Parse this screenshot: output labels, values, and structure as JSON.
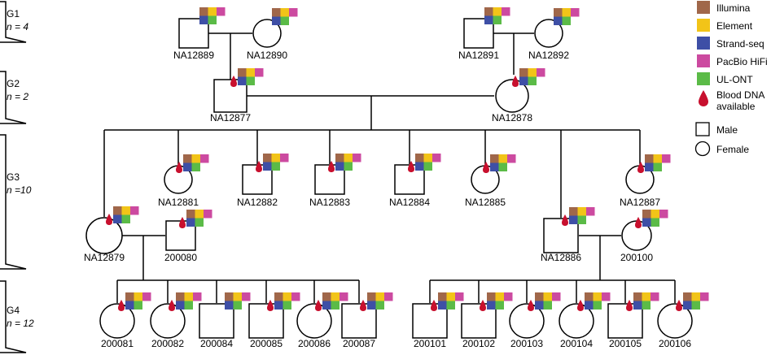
{
  "colors": {
    "illumina": "#a0674a",
    "element": "#f2c418",
    "strandseq": "#3e4fa6",
    "pacbio": "#cc4aa0",
    "ulont": "#5bbb47",
    "blood": "#c8102e",
    "line": "#000000"
  },
  "generations": [
    {
      "label": "G1",
      "n": "n = 4"
    },
    {
      "label": "G2",
      "n": "n = 2"
    },
    {
      "label": "G3",
      "n": "n =10"
    },
    {
      "label": "G4",
      "n": "n = 12"
    }
  ],
  "legend": {
    "illumina": "Illumina",
    "element": "Element",
    "strandseq": "Strand-seq",
    "pacbio": "PacBio HiFi",
    "ulont": "UL-ONT",
    "blood_line1": "Blood DNA",
    "blood_line2": "available",
    "male": "Male",
    "female": "Female"
  },
  "individuals": {
    "NA12889": {
      "label": "NA12889",
      "sex": "male",
      "blood": false
    },
    "NA12890": {
      "label": "NA12890",
      "sex": "female",
      "blood": false
    },
    "NA12891": {
      "label": "NA12891",
      "sex": "male",
      "blood": false
    },
    "NA12892": {
      "label": "NA12892",
      "sex": "female",
      "blood": false
    },
    "NA12877": {
      "label": "NA12877",
      "sex": "male",
      "blood": true
    },
    "NA12878": {
      "label": "NA12878",
      "sex": "female",
      "blood": true
    },
    "NA12881": {
      "label": "NA12881",
      "sex": "female",
      "blood": true
    },
    "NA12882": {
      "label": "NA12882",
      "sex": "male",
      "blood": true
    },
    "NA12883": {
      "label": "NA12883",
      "sex": "male",
      "blood": true
    },
    "NA12884": {
      "label": "NA12884",
      "sex": "male",
      "blood": true
    },
    "NA12885": {
      "label": "NA12885",
      "sex": "female",
      "blood": true
    },
    "NA12887": {
      "label": "NA12887",
      "sex": "female",
      "blood": true
    },
    "NA12879": {
      "label": "NA12879",
      "sex": "female",
      "blood": true
    },
    "200080": {
      "label": "200080",
      "sex": "male",
      "blood": true
    },
    "NA12886": {
      "label": "NA12886",
      "sex": "male",
      "blood": true
    },
    "200100": {
      "label": "200100",
      "sex": "female",
      "blood": true
    },
    "200081": {
      "label": "200081",
      "sex": "female",
      "blood": true
    },
    "200082": {
      "label": "200082",
      "sex": "female",
      "blood": true
    },
    "200084": {
      "label": "200084",
      "sex": "male",
      "blood": false
    },
    "200085": {
      "label": "200085",
      "sex": "male",
      "blood": true
    },
    "200086": {
      "label": "200086",
      "sex": "female",
      "blood": true
    },
    "200087": {
      "label": "200087",
      "sex": "male",
      "blood": true
    },
    "200101": {
      "label": "200101",
      "sex": "male",
      "blood": true
    },
    "200102": {
      "label": "200102",
      "sex": "male",
      "blood": true
    },
    "200103": {
      "label": "200103",
      "sex": "female",
      "blood": true
    },
    "200104": {
      "label": "200104",
      "sex": "female",
      "blood": true
    },
    "200105": {
      "label": "200105",
      "sex": "male",
      "blood": true
    },
    "200106": {
      "label": "200106",
      "sex": "female",
      "blood": true
    }
  }
}
